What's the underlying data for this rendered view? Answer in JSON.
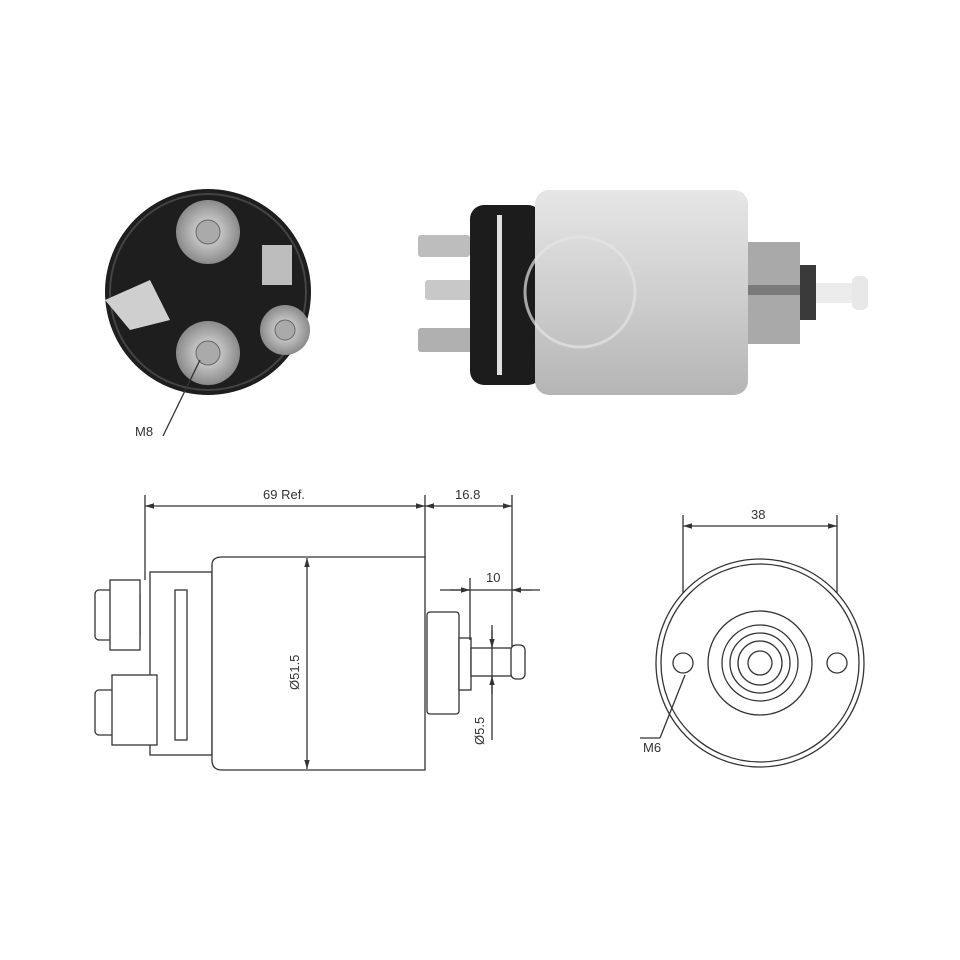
{
  "labels": {
    "end_thread": "M8",
    "length": "69 Ref.",
    "plunger_length": "16.8",
    "pin_length": "10",
    "body_diameter": "Ø51.5",
    "pin_diameter": "Ø5.5",
    "hole_spacing": "38",
    "mount_thread": "M6"
  },
  "colors": {
    "cap": "#1c1c1c",
    "body": "#c9c9c9",
    "line": "#333333"
  }
}
